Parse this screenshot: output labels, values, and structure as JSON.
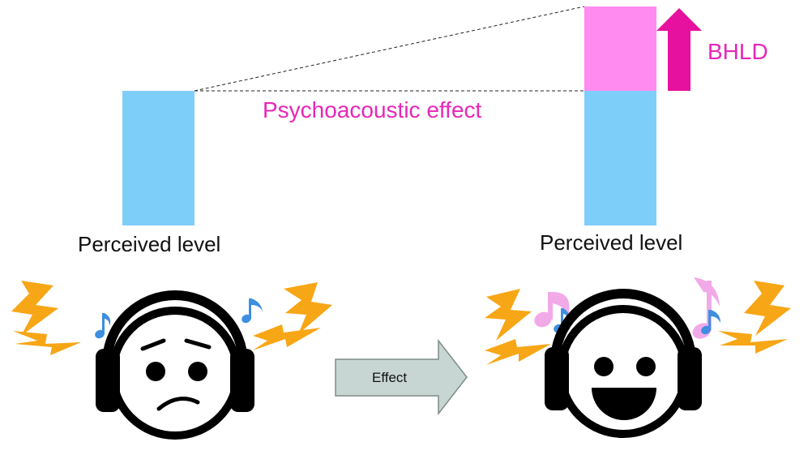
{
  "colors": {
    "baseline_bar": "#7ECEFA",
    "bhld_bar": "#FF8BF0",
    "accent_text": "#E627B8",
    "arrow_fill": "#E6119E",
    "lightning": "#F7A616",
    "music_note_blue": "#3D8FE0",
    "music_note_pink": "#F2A9E8",
    "effect_arrow_fill": "#C8D6D3",
    "effect_arrow_stroke": "#7E8B88",
    "face": "#000000"
  },
  "labels": {
    "perceived_left": "Perceived level",
    "perceived_right": "Perceived level",
    "psychoacoustic": "Psychoacoustic effect",
    "bhld": "BHLD",
    "effect": "Effect"
  },
  "icons": {
    "sad_face": "worried-face-with-headphones-icon",
    "happy_face": "smiling-face-with-headphones-icon",
    "lightning": "lightning-bolt-icon",
    "note": "music-note-icon",
    "up_arrow": "up-arrow-icon",
    "effect_arrow": "right-arrow-icon"
  }
}
